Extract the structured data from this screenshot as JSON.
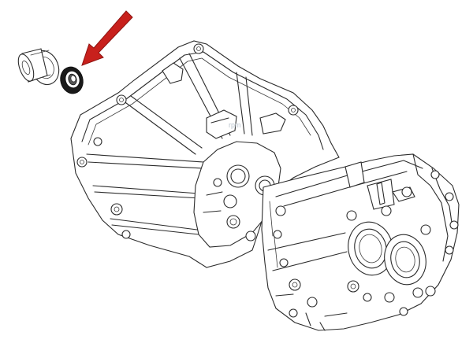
{
  "diagram": {
    "watermark": "rpm",
    "parts": [
      {
        "name": "release-bearing-guide-sleeve",
        "icon": "sleeve-icon"
      },
      {
        "name": "shaft-oil-seal",
        "icon": "seal-ring-icon",
        "highlighted": true
      },
      {
        "name": "gearbox-housing",
        "icon": "gearbox-icon"
      }
    ],
    "colors": {
      "arrow": "#c8201c",
      "line": "#2b2b2b",
      "background": "#ffffff"
    }
  }
}
